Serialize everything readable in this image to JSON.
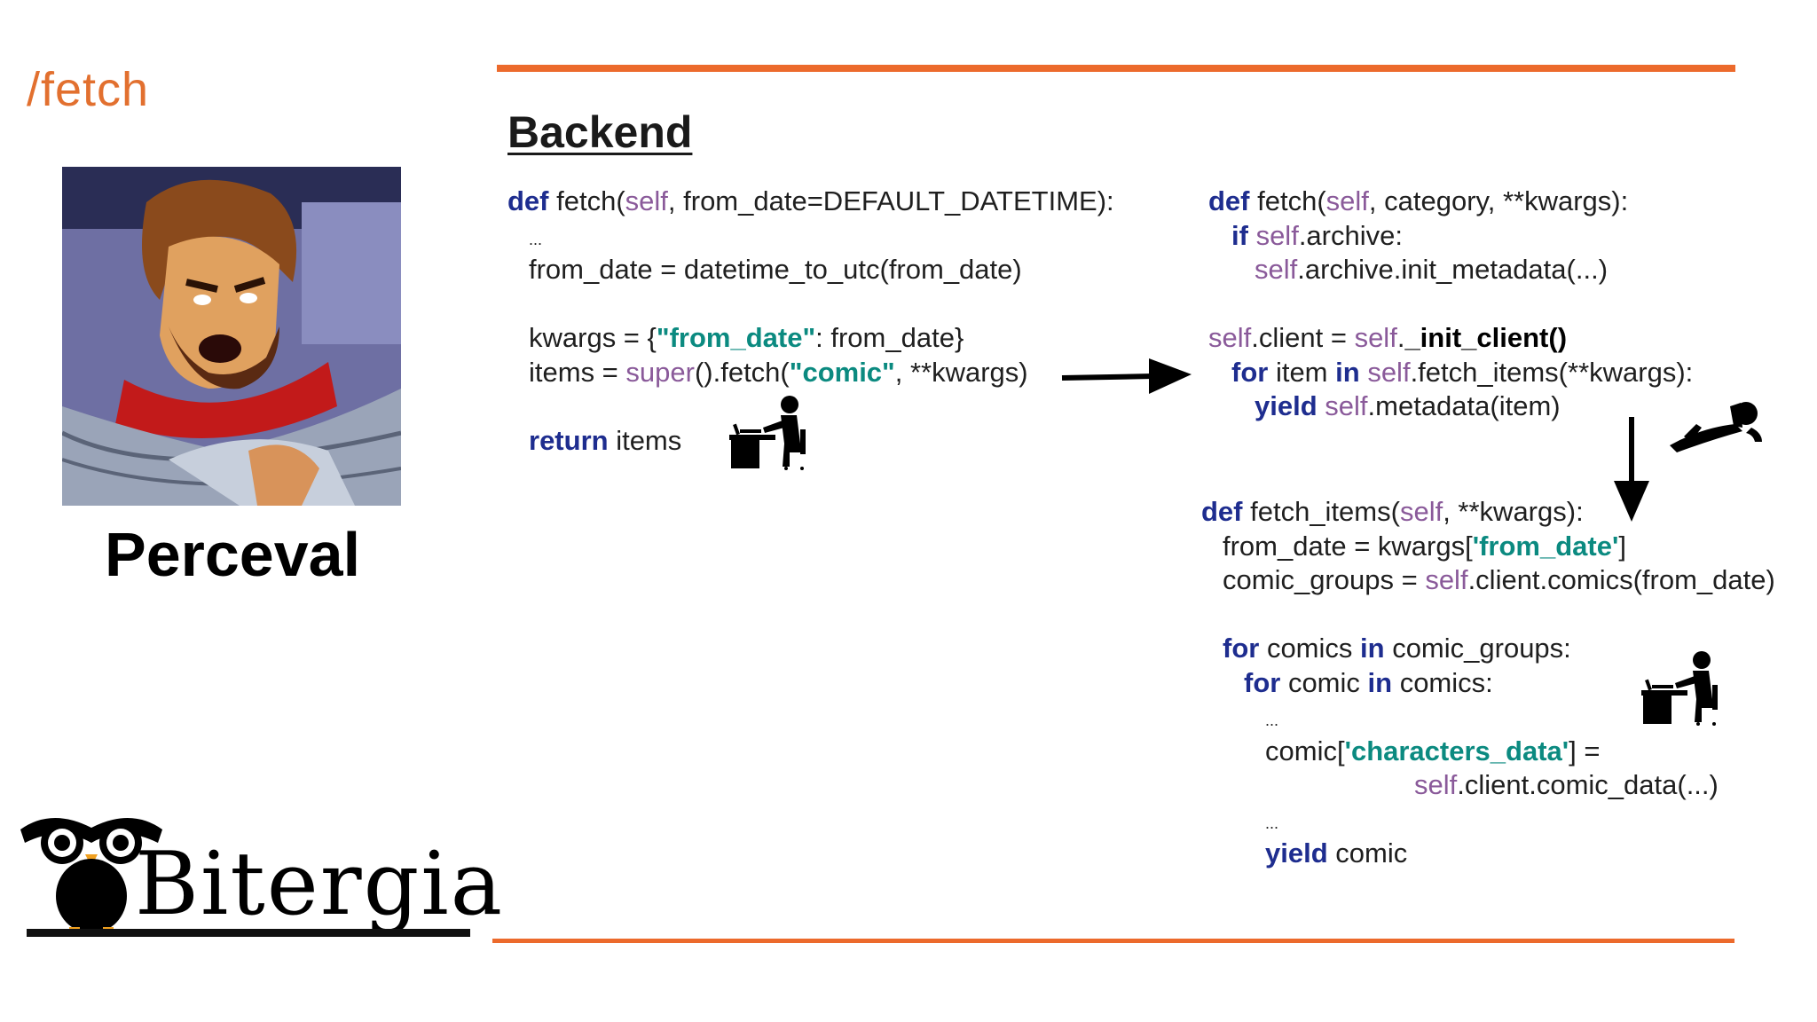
{
  "slide": {
    "route": "/fetch",
    "heading": "Backend",
    "brand_name": "Perceval",
    "logo_text": "Bitergia"
  },
  "code_fetch": [
    {
      "indent": 0,
      "parts": [
        {
          "t": "def",
          "c": "kw"
        },
        {
          "t": " fetch("
        },
        {
          "t": "self",
          "c": "slf"
        },
        {
          "t": ", from_date=DEFAULT_DATETIME):"
        }
      ]
    },
    {
      "indent": 1,
      "parts": [
        {
          "t": "...",
          "c": "small"
        }
      ]
    },
    {
      "indent": 1,
      "parts": [
        {
          "t": "from_date = datetime_to_utc(from_date)"
        }
      ]
    },
    {
      "indent": 1,
      "parts": []
    },
    {
      "indent": 1,
      "parts": [
        {
          "t": "kwargs = {"
        },
        {
          "t": "\"from_date\"",
          "c": "str"
        },
        {
          "t": ": from_date}"
        }
      ]
    },
    {
      "indent": 1,
      "parts": [
        {
          "t": "items = "
        },
        {
          "t": "super",
          "c": "slf"
        },
        {
          "t": "().fetch("
        },
        {
          "t": "\"comic\"",
          "c": "str"
        },
        {
          "t": ", **kwargs)"
        }
      ]
    },
    {
      "indent": 1,
      "parts": []
    },
    {
      "indent": 1,
      "parts": [
        {
          "t": "return",
          "c": "kw"
        },
        {
          "t": " items"
        }
      ]
    }
  ],
  "code_fetch_category": [
    {
      "indent": 0,
      "parts": [
        {
          "t": "def",
          "c": "kw"
        },
        {
          "t": " fetch("
        },
        {
          "t": "self",
          "c": "slf"
        },
        {
          "t": ", category, **kwargs):"
        }
      ]
    },
    {
      "indent": 1,
      "parts": [
        {
          "t": "if",
          "c": "kw"
        },
        {
          "t": " "
        },
        {
          "t": "self",
          "c": "slf"
        },
        {
          "t": ".archive:"
        }
      ]
    },
    {
      "indent": 2,
      "parts": [
        {
          "t": "self",
          "c": "slf"
        },
        {
          "t": ".archive.init_metadata(...)"
        }
      ]
    },
    {
      "indent": 0,
      "parts": []
    },
    {
      "indent": 0,
      "parts": [
        {
          "t": "self",
          "c": "slf"
        },
        {
          "t": ".client = "
        },
        {
          "t": "self",
          "c": "slf"
        },
        {
          "t": "."
        },
        {
          "t": "_init_client()",
          "c": "bld"
        }
      ]
    },
    {
      "indent": 1,
      "parts": [
        {
          "t": "for",
          "c": "kw"
        },
        {
          "t": " item "
        },
        {
          "t": "in",
          "c": "kw"
        },
        {
          "t": " "
        },
        {
          "t": "self",
          "c": "slf"
        },
        {
          "t": ".fetch_items(**kwargs):"
        }
      ]
    },
    {
      "indent": 2,
      "parts": [
        {
          "t": "yield",
          "c": "kw"
        },
        {
          "t": " "
        },
        {
          "t": "self",
          "c": "slf"
        },
        {
          "t": ".metadata(item)"
        }
      ]
    }
  ],
  "code_fetch_items": [
    {
      "indent": 0,
      "parts": [
        {
          "t": "def",
          "c": "kw"
        },
        {
          "t": " fetch_items("
        },
        {
          "t": "self",
          "c": "slf"
        },
        {
          "t": ", **kwargs):"
        }
      ]
    },
    {
      "indent": 1,
      "parts": [
        {
          "t": "from_date = kwargs["
        },
        {
          "t": "'from_date'",
          "c": "str"
        },
        {
          "t": "]"
        }
      ]
    },
    {
      "indent": 1,
      "parts": [
        {
          "t": "comic_groups = "
        },
        {
          "t": "self",
          "c": "slf"
        },
        {
          "t": ".client.comics(from_date)"
        }
      ]
    },
    {
      "indent": 1,
      "parts": []
    },
    {
      "indent": 1,
      "parts": [
        {
          "t": "for",
          "c": "kw"
        },
        {
          "t": " comics "
        },
        {
          "t": "in",
          "c": "kw"
        },
        {
          "t": " comic_groups:"
        }
      ]
    },
    {
      "indent": 2,
      "parts": [
        {
          "t": "for",
          "c": "kw"
        },
        {
          "t": " comic "
        },
        {
          "t": "in",
          "c": "kw"
        },
        {
          "t": " comics:"
        }
      ]
    },
    {
      "indent": 3,
      "parts": [
        {
          "t": "...",
          "c": "small"
        }
      ]
    },
    {
      "indent": 3,
      "parts": [
        {
          "t": "comic["
        },
        {
          "t": "'characters_data'",
          "c": "str"
        },
        {
          "t": "] ="
        }
      ]
    },
    {
      "indent": 10,
      "parts": [
        {
          "t": "self",
          "c": "slf"
        },
        {
          "t": ".client.comic_data(...)"
        }
      ]
    },
    {
      "indent": 3,
      "parts": [
        {
          "t": "...",
          "c": "small"
        }
      ]
    },
    {
      "indent": 3,
      "parts": [
        {
          "t": "yield",
          "c": "kw"
        },
        {
          "t": " comic"
        }
      ]
    }
  ],
  "icons": {
    "worker": "person-at-desk-icon",
    "resting": "person-lying-down-icon",
    "arrow_right": "arrow-right-icon",
    "arrow_down": "arrow-down-icon",
    "owl": "owl-logo-icon"
  },
  "colors": {
    "accent": "#ec6a2c",
    "keyword": "#1e2d8f",
    "self": "#8a5a9a",
    "string": "#0b8a80"
  }
}
